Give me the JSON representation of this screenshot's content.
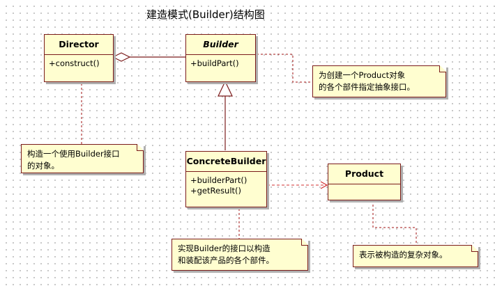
{
  "diagram": {
    "title": "建造模式(Builder)结构图"
  },
  "classes": {
    "director": {
      "name": "Director",
      "ops": [
        "+construct()"
      ]
    },
    "builder": {
      "name": "Builder",
      "ops": [
        "+buildPart()"
      ]
    },
    "concrete_builder": {
      "name": "ConcreteBuilder",
      "ops": [
        "+builderPart()",
        "+getResult()"
      ]
    },
    "product": {
      "name": "Product",
      "ops": []
    }
  },
  "notes": {
    "builder_note": [
      "为创建一个Product对象",
      "的各个部件指定抽象接口。"
    ],
    "director_note": [
      "构造一个使用Builder接口",
      "的对象。"
    ],
    "concrete_note": [
      "实现Builder的接口以构造",
      "和装配该产品的各个部件。"
    ],
    "product_note": [
      "表示被构造的复杂对象。"
    ]
  },
  "colors": {
    "class_fill": "#fffed0",
    "border": "#7a1a1a",
    "note_link": "#a01010",
    "association_line": "#7a1a1a",
    "dependency_line": "#d03030"
  }
}
